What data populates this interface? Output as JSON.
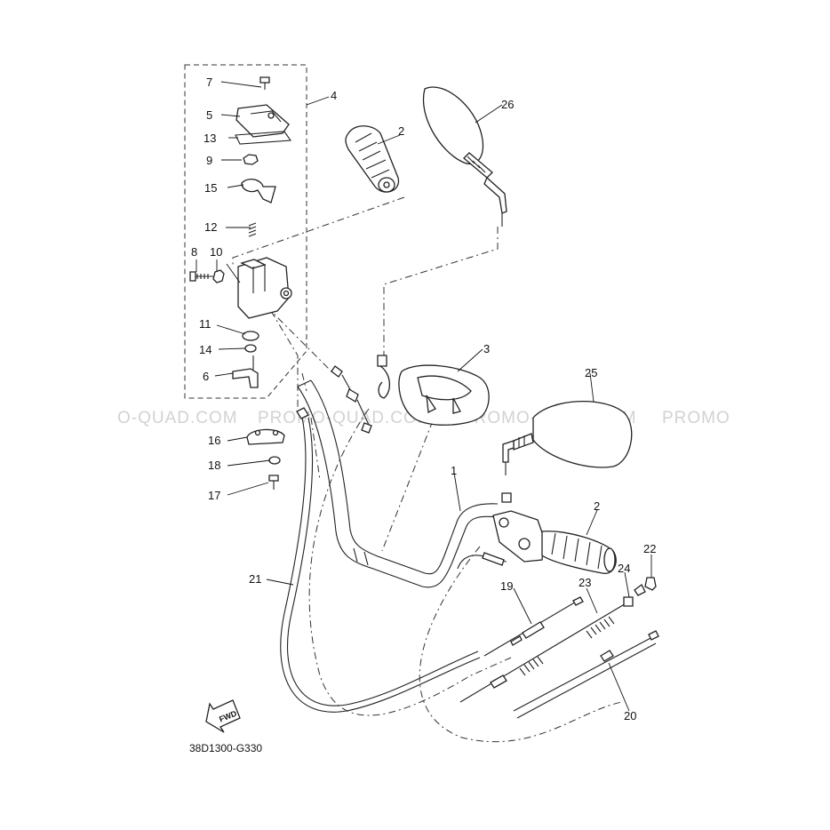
{
  "diagram": {
    "code": "38D1300-G330",
    "fwd_label": "FWD",
    "watermarks": [
      "O-QUAD.COM",
      "PROMO-QUAD.COM",
      "PROMO-QUAD.COM",
      "PROMO"
    ],
    "callouts": {
      "c1": "1",
      "c2a": "2",
      "c2b": "2",
      "c3": "3",
      "c4": "4",
      "c5": "5",
      "c6": "6",
      "c7": "7",
      "c8": "8",
      "c9": "9",
      "c10": "10",
      "c11": "11",
      "c12": "12",
      "c13": "13",
      "c14": "14",
      "c15": "15",
      "c16": "16",
      "c17": "17",
      "c18": "18",
      "c19": "19",
      "c20": "20",
      "c21": "21",
      "c22": "22",
      "c23": "23",
      "c24": "24",
      "c25": "25",
      "c26": "26"
    }
  }
}
